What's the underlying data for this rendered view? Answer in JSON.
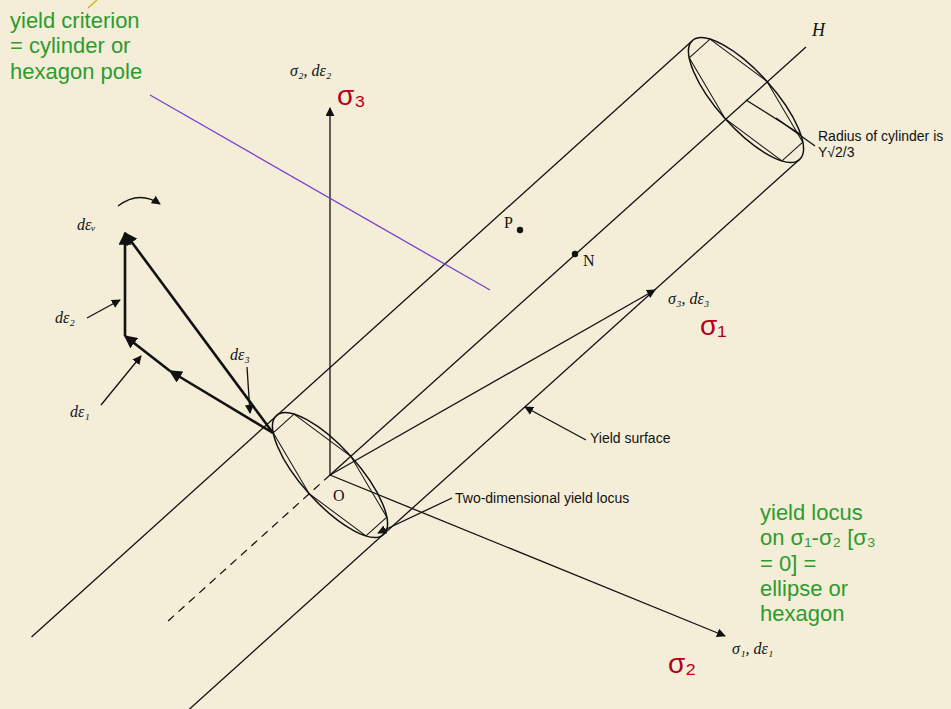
{
  "diagram": {
    "labels": [
      "yield criterion = cylinder or hexagon pole",
      "σ₂, dε₂",
      "σ₃",
      "H",
      "Radius of cylinder is Y√2/3",
      "P",
      "N",
      "dεᵥ",
      "dε₂",
      "dε₃",
      "dε₁",
      "σ₃, dε₃",
      "σ₁",
      "O",
      "Yield surface",
      "Two-dimensional yield locus",
      "yield locus on σ₁-σ₂ [σ₃ = 0] = ellipse or hexagon",
      "σ₁, dε₁",
      "σ₂"
    ]
  }
}
